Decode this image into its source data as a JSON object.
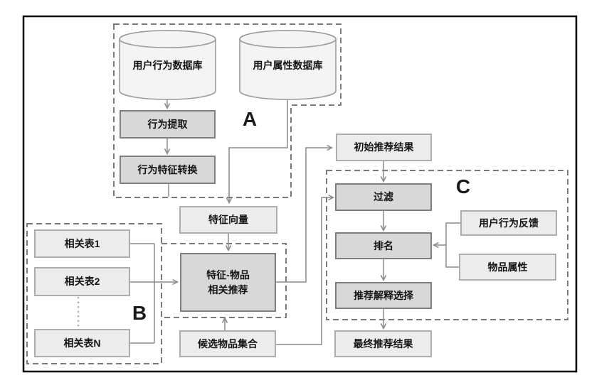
{
  "diagram": {
    "nodes": {
      "user_behavior_db": "用户行为数据库",
      "user_attr_db": "用户属性数据库",
      "behavior_extract": "行为提取",
      "behavior_feature_convert": "行为特征转换",
      "feature_vector": "特征向量",
      "related_table_1": "相关表1",
      "related_table_2": "相关表2",
      "related_table_n": "相关表N",
      "feature_item_rec": "特征-物品\n相关推荐",
      "candidate_item_set": "候选物品集合",
      "initial_rec_result": "初始推荐结果",
      "filter": "过滤",
      "ranking": "排名",
      "rec_explain_select": "推荐解释选择",
      "final_rec_result": "最终推荐结果",
      "user_behavior_feedback": "用户行为反馈",
      "item_attribute": "物品属性"
    },
    "section_labels": {
      "a": "A",
      "b": "B",
      "c": "C"
    },
    "edges": [
      {
        "from": "user_behavior_db",
        "to": "behavior_extract"
      },
      {
        "from": "behavior_extract",
        "to": "behavior_feature_convert"
      },
      {
        "from": "behavior_feature_convert",
        "to": "group_a_boundary"
      },
      {
        "from": "user_attr_db",
        "to": "feature_vector"
      },
      {
        "from": "feature_vector",
        "to": "feature_item_rec"
      },
      {
        "from": "related_table_1",
        "to": "feature_item_rec"
      },
      {
        "from": "related_table_2",
        "to": "feature_item_rec"
      },
      {
        "from": "related_table_n",
        "to": "feature_item_rec"
      },
      {
        "from": "candidate_item_set",
        "to": "feature_item_rec"
      },
      {
        "from": "feature_item_rec",
        "to": "initial_rec_result"
      },
      {
        "from": "initial_rec_result",
        "to": "filter"
      },
      {
        "from": "candidate_item_set",
        "to": "filter"
      },
      {
        "from": "filter",
        "to": "ranking"
      },
      {
        "from": "user_behavior_feedback",
        "to": "ranking"
      },
      {
        "from": "item_attribute",
        "to": "ranking"
      },
      {
        "from": "ranking",
        "to": "rec_explain_select"
      },
      {
        "from": "rec_explain_select",
        "to": "final_rec_result"
      }
    ],
    "colors": {
      "frame": "#000000",
      "dashed_group_border": "#7a7a7a",
      "dark_box_fill": "#d8d8d8",
      "dark_box_border": "#7f7f7f",
      "light_box_fill": "#ececec",
      "light_box_border": "#aeaeae",
      "cylinder_fill": "#f4f4f4",
      "cylinder_border": "#9a9a9a",
      "connector": "#8a8a8a",
      "text": "#141414"
    }
  }
}
